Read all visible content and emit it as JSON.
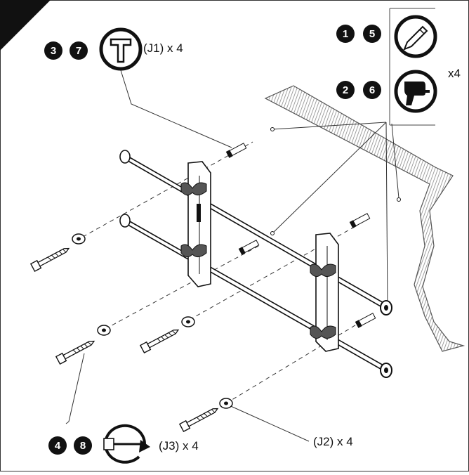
{
  "colors": {
    "ink": "#111111",
    "paper": "#ffffff",
    "wall": "#9a9a9a"
  },
  "steps": {
    "top_left": [
      "3",
      "7"
    ],
    "top_right_a": [
      "1",
      "5"
    ],
    "top_right_b": [
      "2",
      "6"
    ],
    "bottom_left": [
      "4",
      "8"
    ]
  },
  "labels": {
    "j1": "(J1) x 4",
    "x4": "x4",
    "j3": "(J3) x 4",
    "j2": "(J2) x 4"
  },
  "icons": {
    "hammer": "hammer-icon",
    "pencil": "pencil-icon",
    "drill": "drill-icon",
    "wrench": "wrench-rotate-icon"
  }
}
